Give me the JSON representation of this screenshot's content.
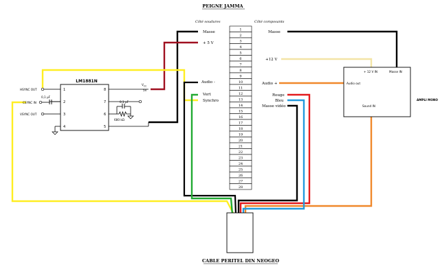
{
  "titles": {
    "top": "PEIGNE JAMMA",
    "bottom": "CABLE PERITEL DIN NEOGEO",
    "side_solder": "Côté soudures",
    "side_components": "Côté composants"
  },
  "connector": {
    "pins": [
      "1",
      "2",
      "3",
      "4",
      "5",
      "6",
      "7",
      "8",
      "9",
      "10",
      "11",
      "12",
      "13",
      "14",
      "15",
      "16",
      "17",
      "18",
      "19",
      "20",
      "21",
      "22",
      "23",
      "24",
      "25",
      "26",
      "27",
      "28"
    ]
  },
  "solder_labels": {
    "masse": "Masse",
    "plus5v": "+ 5 V",
    "audio_minus": "Audio -",
    "vert": "Vert",
    "synchro": "Synchro"
  },
  "component_labels": {
    "masse": "Masse",
    "plus12v": "+12 V",
    "audio_plus": "Audio +",
    "rouge": "Rouge",
    "bleu": "Bleu",
    "masse_video": "Masse vidéo"
  },
  "chip": {
    "name": "LM1881N",
    "pins_left": [
      "1",
      "2",
      "3",
      "4"
    ],
    "pins_right": [
      "8",
      "7",
      "6",
      "5"
    ],
    "hsync": "HSYNC OUT",
    "csync": "CSYNC IN",
    "vsync": "VSYNC OUT",
    "cap1": "0,1 µF",
    "cap2": "0,1 µF",
    "resistor": "680 kΩ",
    "vcc": "V",
    "vcc_sub": "CC",
    "vcc_value": "5V"
  },
  "amp": {
    "label": "AMPLI MONO",
    "plus12": "+ 12 V IN",
    "masse_in": "Masse IN",
    "audio_out": "Audio out",
    "sound_in": "Sound IN"
  },
  "colors": {
    "black": "#000000",
    "red": "#e31a1c",
    "darkred": "#a01020",
    "yellow": "#ffee22",
    "green": "#22aa33",
    "blue": "#2299dd",
    "orange": "#f0882a",
    "lightyellow": "#f3e4a6"
  }
}
